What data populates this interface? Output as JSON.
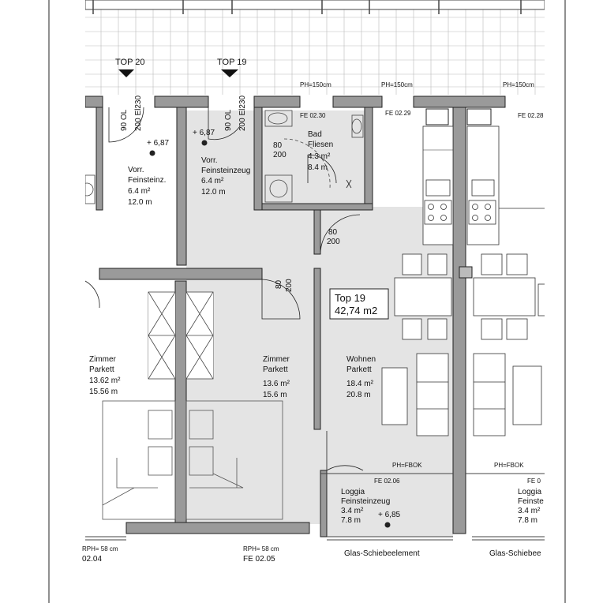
{
  "markers": [
    {
      "label": "TOP 20"
    },
    {
      "label": "TOP 19"
    }
  ],
  "door_codes": {
    "left_a": "90 OL",
    "left_b": "200 El230",
    "mid_a": "90 OL",
    "mid_b": "200 El230",
    "bad_a": "80",
    "bad_b": "200",
    "vorr_a": "80",
    "vorr_b": "200",
    "zimmer_a": "80",
    "zimmer_b": "200"
  },
  "top_labels": {
    "ph1": "PH=150cm",
    "ph2": "PH=150cm",
    "ph3": "PH=150cm"
  },
  "fe_labels": {
    "fe_bad": "FE 02.30",
    "fe_29": "FE 02.29",
    "fe_28": "FE 02.28",
    "fe_06": "FE 02.06",
    "fe_cut": "FE 0"
  },
  "levels": {
    "l1": "+ 6,87",
    "l2": "+ 6,87",
    "l3": "+ 6,85"
  },
  "rooms": {
    "vorr_left": {
      "l1": "Vorr.",
      "l2": "Feinsteinz.",
      "l3": "6.4 m²",
      "l4": "12.0 m"
    },
    "vorr_mid": {
      "l1": "Vorr.",
      "l2": "Feinsteinzeug",
      "l3": "6.4 m²",
      "l4": "12.0 m"
    },
    "bad": {
      "l1": "Bad",
      "l2": "Fliesen",
      "l3": "4.3 m²",
      "l4": "8.4 m"
    },
    "zimmer_left": {
      "l1": "Zimmer",
      "l2": "Parkett",
      "l3": "13.62 m²",
      "l4": "15.56 m"
    },
    "zimmer_mid": {
      "l1": "Zimmer",
      "l2": "Parkett",
      "l3": "13.6 m²",
      "l4": "15.6 m"
    },
    "wohnen": {
      "l1": "Wohnen",
      "l2": "Parkett",
      "l3": "18.4 m²",
      "l4": "20.8 m"
    },
    "loggia_mid": {
      "l1": "Loggia",
      "l2": "Feinsteinzeug",
      "l3": "3.4 m²",
      "l4": "7.8 m"
    },
    "loggia_right": {
      "l1": "Loggia",
      "l2": "Feinste",
      "l3": "3.4 m²",
      "l4": "7.8 m"
    }
  },
  "top_box": {
    "name": "Top 19",
    "area": "42,74 m2"
  },
  "ph_fbok": {
    "a": "PH=FBOK",
    "b": "PH=FBOK"
  },
  "bottom": {
    "rph_left": "RPH= 58 cm",
    "fe_left": "02.04",
    "rph_mid": "RPH= 58 cm",
    "fe_mid": "FE 02.05",
    "glas_mid": "Glas-Schiebeelement",
    "glas_right": "Glas-Schiebee"
  },
  "colors": {
    "wall": "#9a9a9a",
    "floor": "#e4e4e4",
    "line": "#222222"
  }
}
